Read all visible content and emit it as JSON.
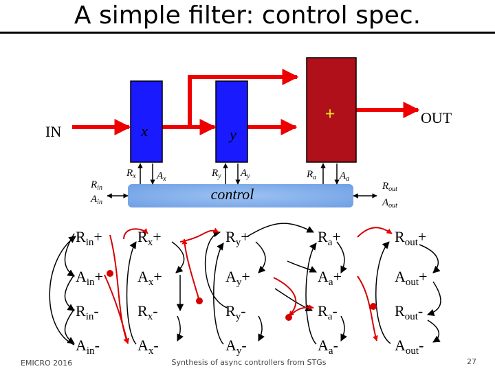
{
  "title": "A simple filter: control spec.",
  "footer": {
    "left": "EMICRO 2016",
    "center": "Synthesis of async controllers from STGs",
    "page": "27"
  },
  "colors": {
    "wire": "#ef0000",
    "block_blue": "#1a1aff",
    "block_red": "#b0101a",
    "control_bar": "#7aa8e8"
  },
  "datapath": {
    "in_label": "IN",
    "out_label": "OUT",
    "block_x": "x",
    "block_y": "y",
    "adder_symbol": "+",
    "control_label": "control"
  },
  "signals": {
    "rx": "R",
    "rx_sub": "x",
    "ax": "A",
    "ax_sub": "x",
    "ry": "R",
    "ry_sub": "y",
    "ay": "A",
    "ay_sub": "y",
    "ra": "R",
    "ra_sub": "a",
    "aa": "A",
    "aa_sub": "a",
    "rin": "R",
    "rin_sub": "in",
    "ain": "A",
    "ain_sub": "in",
    "rout": "R",
    "rout_sub": "out",
    "aout": "A",
    "aout_sub": "out"
  },
  "transitions": {
    "columns": [
      "in",
      "x",
      "y",
      "a",
      "out"
    ],
    "rows": [
      {
        "base": "R",
        "sign": "+"
      },
      {
        "base": "A",
        "sign": "+"
      },
      {
        "base": "R",
        "sign": "-"
      },
      {
        "base": "A",
        "sign": "-"
      }
    ]
  }
}
